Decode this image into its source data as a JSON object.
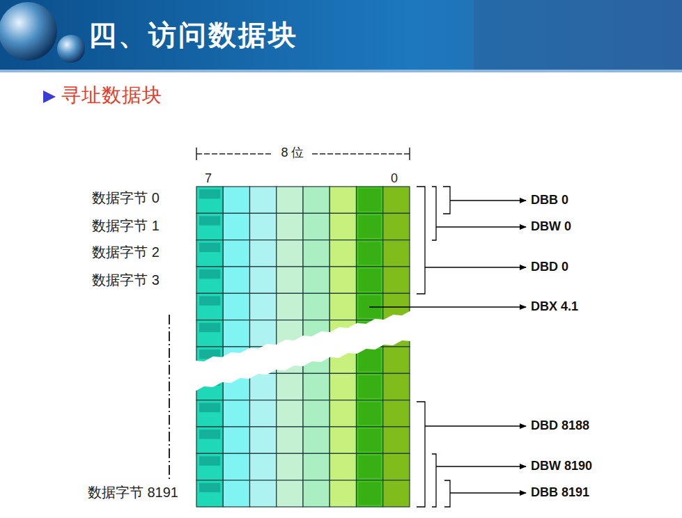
{
  "diagram": {
    "title": "四、访问数据块",
    "labels": [
      "寻址数据块",
      "8 位",
      "7",
      "0",
      "数据字节 0",
      "数据字节 1",
      "数据字节 2",
      "数据字节 3",
      "数据字节 8191",
      "DBB 0",
      "DBW 0",
      "DBD 0",
      "DBX 4.1",
      "DBD 8188",
      "DBW 8190",
      "DBB 8191"
    ]
  }
}
